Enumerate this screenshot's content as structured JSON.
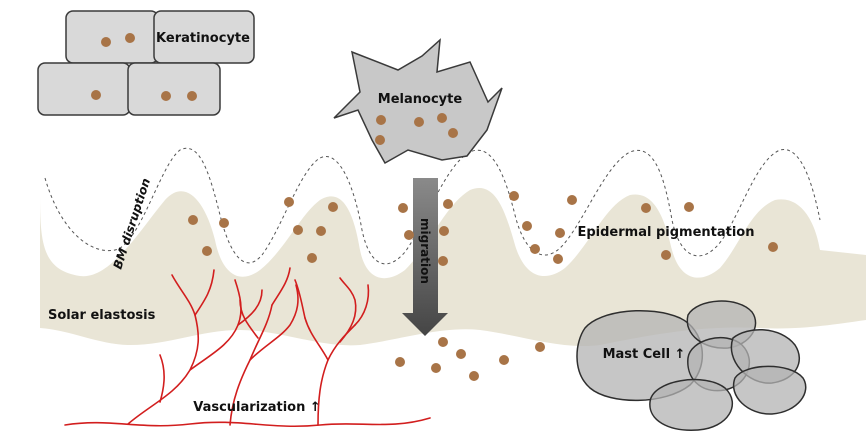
{
  "labels": {
    "keratinocyte": "Keratinocyte",
    "melanocyte": "Melanocyte",
    "bm_disruption": "BM disruption",
    "migration": "migration",
    "epidermal_pigmentation": "Epidermal pigmentation",
    "solar_elastosis": "Solar elastosis",
    "mast_cell": "Mast Cell ↑",
    "vascularization": "Vascularization ↑"
  },
  "colors": {
    "cell_fill": "#d9d9d9",
    "cell_stroke": "#3a3a3a",
    "melanin": "#a87447",
    "dermis": "#e9e5d6",
    "vessel": "#d21e1e",
    "arrow_top": "#888888",
    "arrow_bottom": "#4a4a4a",
    "mast_fill": "#b3b3b3"
  }
}
